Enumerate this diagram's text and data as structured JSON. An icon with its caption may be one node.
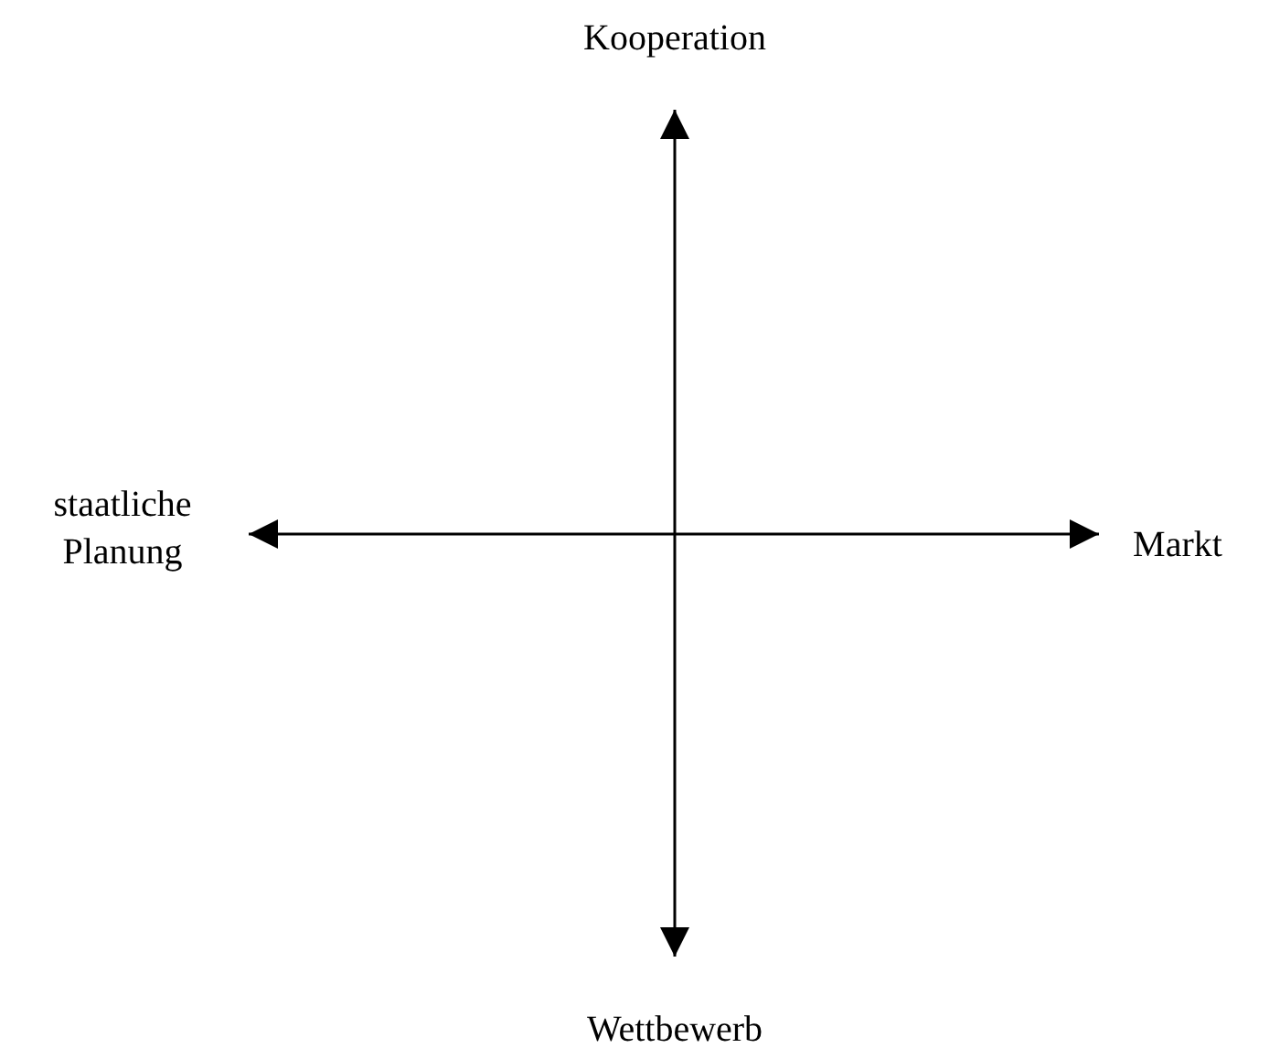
{
  "diagram": {
    "labels": [
      "Kooperation",
      "staatliche Planung",
      "Markt",
      "Wettbewerb"
    ]
  }
}
